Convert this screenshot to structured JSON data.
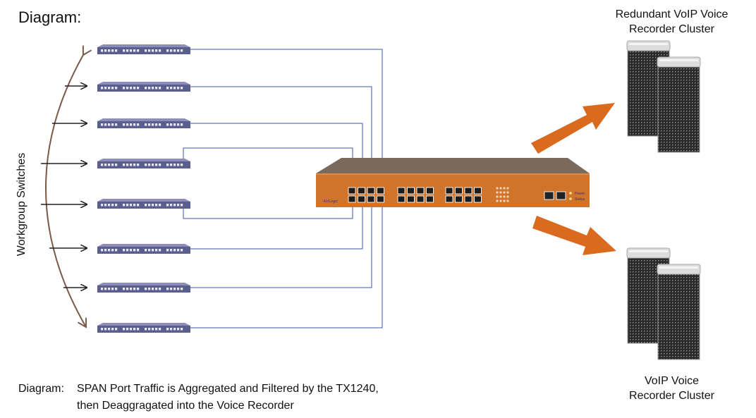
{
  "header": {
    "title": "Diagram:"
  },
  "sidebar": {
    "label": "Workgroup Switches"
  },
  "clusters": {
    "redundant": {
      "line1": "Redundant VoIP Voice",
      "line2": "Recorder Cluster"
    },
    "primary": {
      "line1": "VoIP Voice",
      "line2": "Recorder Cluster"
    }
  },
  "caption": {
    "label": "Diagram:",
    "line1": "SPAN Port Traffic is Aggregated and Filtered by the TX1240,",
    "line2": "then Deaggragated into the Voice Recorder"
  },
  "device": {
    "brand": "AirLogic",
    "led1": "Power",
    "led2": "Status"
  },
  "colors": {
    "switch_body": "#5a5e8e",
    "device_body": "#d0742c",
    "device_top": "#7b6a5c",
    "cable": "#3c5aa8",
    "arrow": "#d96a1e",
    "curve": "#7a5a48"
  },
  "switch_count": 8
}
